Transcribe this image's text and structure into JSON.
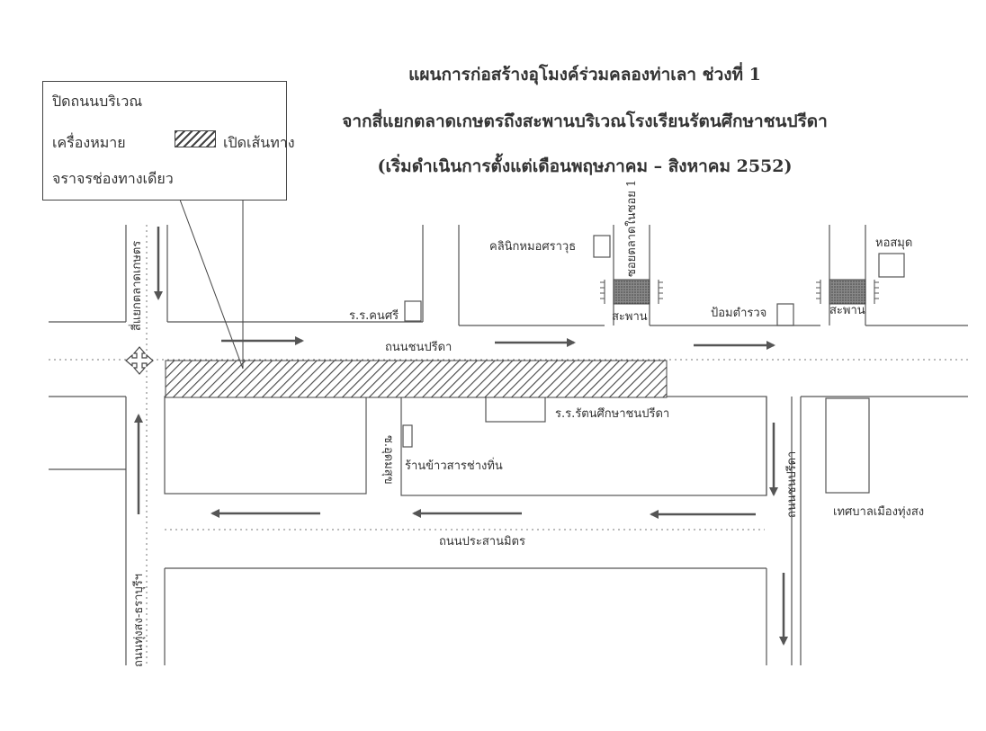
{
  "title": {
    "line1": "แผนการก่อสร้างอุโมงค์ร่วมคลองท่าเลา  ช่วงที่  1",
    "line2": "จากสี่แยกตลาดเกษตรถึงสะพานบริเวณโรงเรียนรัตนศึกษาชนปรีดา",
    "line3": "(เริ่มดำเนินการตั้งแต่เดือนพฤษภาคม – สิงหาคม  2552)"
  },
  "legend": {
    "line1": "ปิดถนนบริเวณ",
    "line2_prefix": "เครื่องหมาย",
    "line2_suffix": "เปิดเส้นทาง",
    "line3": "จราจรช่องทางเดียว"
  },
  "labels": {
    "intersection": "สี่แยกตลาดเกษตร",
    "school_khanasri": "ร.ร.คนศรี",
    "clinic": "คลินิกหมอศราวุธ",
    "soi_market": "ซอยตลาดในซอย 1",
    "bridge_1": "สะพาน",
    "police_box": "ป้อมตำรวจ",
    "library": "หอสมุด",
    "bridge_2": "สะพาน",
    "road_chonpreeda": "ถนนชนปรีดา",
    "school_rattana": "ร.ร.รัตนศึกษาชนปรีดา",
    "soi_udomsuk": "ซ.อุดมสุข",
    "rice_shop": "ร้านข้าวสารช่างทิ่น",
    "road_chonpreeda_v": "ถนนชนปรีดา",
    "municipality": "เทศบาลเมืองทุ่งสง",
    "road_prasanmit": "ถนนประสานมิตร",
    "road_thungsong": "ถนนทุ่งสง-ธราบุรีฯ"
  },
  "colors": {
    "line": "#555555",
    "arrow": "#555555",
    "hatch": "#444444",
    "building_fill": "#666666"
  },
  "icons": {
    "compass": "four-way-arrow-icon"
  }
}
